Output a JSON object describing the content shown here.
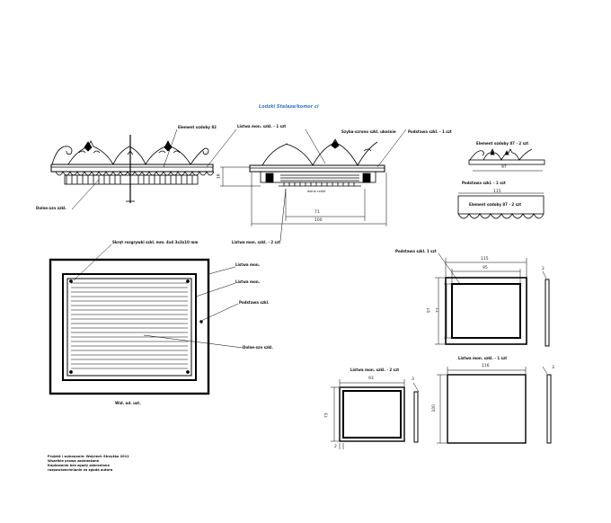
{
  "drawing_title": "Lodzki Stelaze/komor ci",
  "labels": {
    "ornament_left": "Element ozdoby 82",
    "listwa_top": "Listwa mon. szkl. - 1 szt",
    "szyba_detail": "Szyba-szrono szkl. ukośnie",
    "podstawa_top": "Podstawa szkl. - 1 szt",
    "dolna_bar": "Dolne-szn szkl.",
    "element_right_1": "Element ozdoby 87 - 2 szt",
    "podstawa_mid": "Podstawa szkl. - 1 szt",
    "element_right_2": "Element ozdoby 87 - 2 szt",
    "listwa_mid": "Listwa mon. szkl. - 2 szt",
    "front_top_note": "Skręt rozgrywki szkl. mm. 4x4 3x3x10 mm",
    "front_listwa_1": "Listwa mon.",
    "front_listwa_2": "Listwa mon.",
    "front_podstawa": "Podstawa szkl.",
    "front_dolne": "Dolne-szn szkl.",
    "front_caption": "Wid. od. ust.",
    "podstawa_right": "Podstawa szkl. 1 szt",
    "listwa_small": "Listwa mon. szkl. - 2 szt",
    "listwa_big": "Listwa mon. szkl. - 1 szt",
    "center_small_note": "dolna część"
  },
  "dimensions": {
    "side_height": "16",
    "section_71": "71",
    "section_100": "100",
    "orn_width": "97",
    "podstawa_115_a": "115",
    "podstawa_115_b": "115",
    "podstawa_95": "95",
    "podstawa_97": "97",
    "podstawa_77": "77",
    "podstawa_side": "2",
    "small_93": "93",
    "small_73": "73",
    "small_side": "3",
    "small_thk": "2",
    "big_116": "116",
    "big_100": "100",
    "big_side": "3"
  },
  "footer": {
    "line1": "Projekt i wykonanie: Wojciech Strzyżko 2012",
    "line2": "Wszelkie prawa zastrzeżone",
    "line3": "Kopiowanie bez zgody zabronione",
    "line4": "rozpowszechnianie za zgodą autora"
  },
  "colors": {
    "line": "#000000",
    "title": "#3a78c8"
  }
}
